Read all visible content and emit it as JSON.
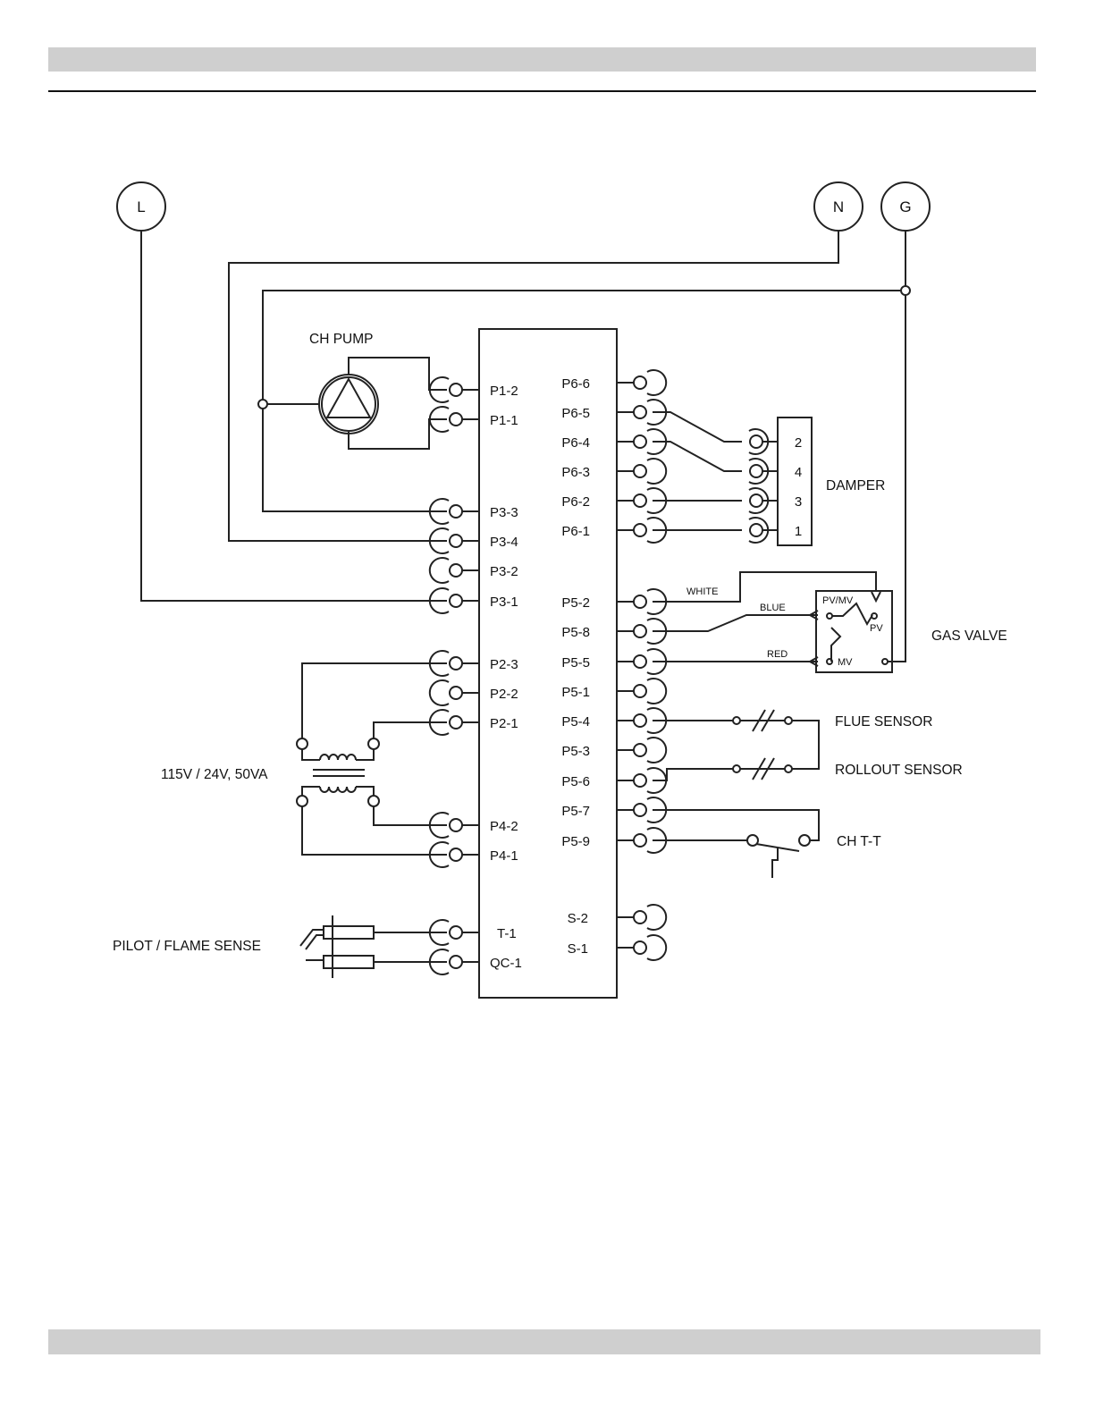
{
  "nodes": {
    "l": "L",
    "n": "N",
    "g": "G"
  },
  "components": {
    "ch_pump": "CH PUMP",
    "damper": "DAMPER",
    "gas_valve": "GAS VALVE",
    "flue_sensor": "FLUE SENSOR",
    "rollout_sensor": "ROLLOUT SENSOR",
    "ch_tt": "CH T-T",
    "transformer": "115V / 24V, 50VA",
    "pilot": "PILOT / FLAME SENSE"
  },
  "left_pins": {
    "p1_2": "P1-2",
    "p1_1": "P1-1",
    "p3_3": "P3-3",
    "p3_4": "P3-4",
    "p3_2": "P3-2",
    "p3_1": "P3-1",
    "p2_3": "P2-3",
    "p2_2": "P2-2",
    "p2_1": "P2-1",
    "p4_2": "P4-2",
    "p4_1": "P4-1",
    "t_1": "T-1",
    "qc_1": "QC-1"
  },
  "right_pins": {
    "p6_6": "P6-6",
    "p6_5": "P6-5",
    "p6_4": "P6-4",
    "p6_3": "P6-3",
    "p6_2": "P6-2",
    "p6_1": "P6-1",
    "p5_2": "P5-2",
    "p5_8": "P5-8",
    "p5_5": "P5-5",
    "p5_1": "P5-1",
    "p5_4": "P5-4",
    "p5_3": "P5-3",
    "p5_6": "P5-6",
    "p5_7": "P5-7",
    "p5_9": "P5-9",
    "s_2": "S-2",
    "s_1": "S-1"
  },
  "damper_pins": {
    "d2": "2",
    "d4": "4",
    "d3": "3",
    "d1": "1"
  },
  "wire_colors": {
    "white": "WHITE",
    "blue": "BLUE",
    "red": "RED"
  },
  "valve_labels": {
    "pv_mv": "PV/MV",
    "pv": "PV",
    "mv": "MV"
  }
}
